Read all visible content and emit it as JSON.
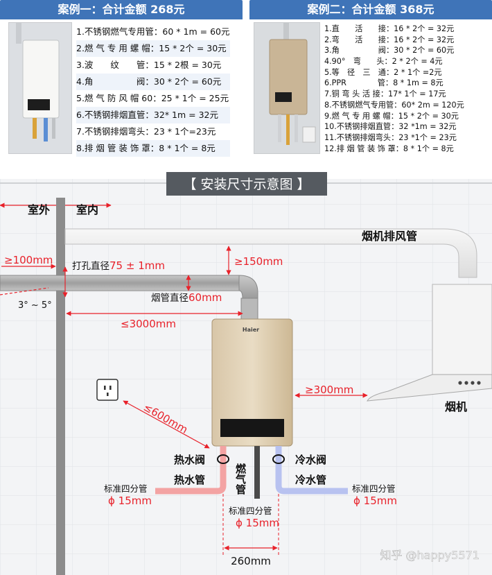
{
  "case1": {
    "title": "案例一：合计金额 268元",
    "items": [
      "1.不锈钢燃气专用管：60 * 1m = 60元",
      "2.燃 气 专 用 螺 帽：15 * 2个 = 30元",
      "3.波　　纹　　管：15 * 2根 = 30元",
      "4.角　　　　　阀：30 * 2个 = 60元",
      "5.燃 气 防 风 帽 60：25 * 1个 = 25元",
      "6.不锈钢排烟直管：32* 1m = 32元",
      "7.不锈钢排烟弯头：23 * 1个=23元",
      "8.排 烟 管 装 饰 罩：8 * 1个 = 8元"
    ]
  },
  "case2": {
    "title": "案例二：合计金额 368元",
    "items": [
      "1.直　　活　　接：16 * 2个 = 32元",
      "2.弯　　活　　接：16 * 2个 = 32元",
      "3.角　　　　　阀：30 * 2个 = 60元",
      "4.90°　弯　　头：2 * 2个 = 4元",
      "5.等　径　三　通：2 * 1个 =2元",
      "6.PPR　　　　管：8 * 1m = 8元",
      "7.铜 弯 头 活 接：17* 1个 = 17元",
      "8.不锈钢燃气专用管：60* 2m = 120元",
      "9.燃 气 专 用 螺 帽：15 * 2个 = 30元",
      "10.不锈钢排烟直管：32 *1m = 32元",
      "11.不锈钢排烟弯头：23 *1个 = 23元",
      "12.排 烟 管 装 饰 罩：8 * 1个 = 8元"
    ]
  },
  "diagram": {
    "title": "【 安装尺寸示意图 】",
    "outdoor": "室外",
    "indoor": "室内",
    "hood_duct": "烟机排风管",
    "hole_label": "打孔直径",
    "hole_value": "75 ± 1mm",
    "pipe_label": "烟管直径",
    "pipe_value": "60mm",
    "d100": "≥100mm",
    "d150": "≥150mm",
    "d3000": "≤3000mm",
    "slope": "3° ~ 5°",
    "d600": "≤600mm",
    "d300": "≥300mm",
    "hood": "烟机",
    "brand": "Haier",
    "hot_valve": "热水阀",
    "hot_pipe": "热水管",
    "cold_valve": "冷水阀",
    "cold_pipe": "冷水管",
    "gas_pipe": "燃气管",
    "std_pipe": "标准四分管",
    "diam15": "ϕ 15mm",
    "d260": "260mm",
    "watermark": "知乎 @happy5571"
  },
  "colors": {
    "header_blue": "#3f74b8",
    "accent_red": "#e8212a",
    "hot_pipe": "#f3a3a3",
    "cold_pipe": "#b8c2f0",
    "wall_gray": "#8c8c8c"
  }
}
